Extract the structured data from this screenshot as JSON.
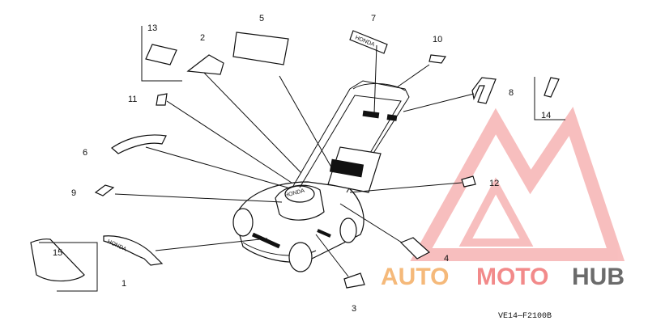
{
  "parts": [
    {
      "id": "p1",
      "number": "1"
    },
    {
      "id": "p2",
      "number": "2"
    },
    {
      "id": "p3",
      "number": "3"
    },
    {
      "id": "p4",
      "number": "4"
    },
    {
      "id": "p5",
      "number": "5"
    },
    {
      "id": "p6",
      "number": "6"
    },
    {
      "id": "p7",
      "number": "7"
    },
    {
      "id": "p8",
      "number": "8"
    },
    {
      "id": "p9",
      "number": "9"
    },
    {
      "id": "p10",
      "number": "10"
    },
    {
      "id": "p11",
      "number": "11"
    },
    {
      "id": "p12",
      "number": "12"
    },
    {
      "id": "p13",
      "number": "13"
    },
    {
      "id": "p14",
      "number": "14"
    },
    {
      "id": "p15",
      "number": "15"
    }
  ],
  "decal_text_7": "HONDA",
  "decal_text_1": "HONDA",
  "diagram_code": "VE14—F2100B",
  "watermark": {
    "part1": "AUTO",
    "part2": "MOTO",
    "part3": "HUB",
    "color_orange": "#f5b97a",
    "color_red": "#f28a8a",
    "color_gray": "#6b6b6b"
  }
}
